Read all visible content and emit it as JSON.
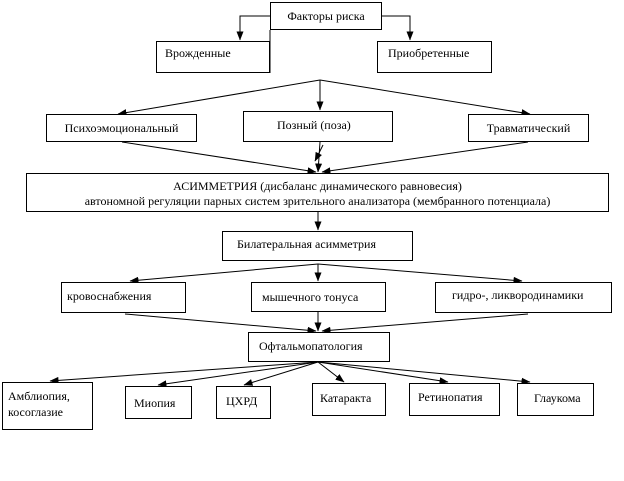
{
  "diagram": {
    "risk_factors": "Факторы риска",
    "congenital": "Врожденные",
    "acquired": "Приобретенные",
    "psychoemotional": "Психоэмоциональный",
    "postural": "Позный (поза)",
    "traumatic": "Травматический",
    "asymmetry_line1": "АСИММЕТРИЯ (дисбаланс динамического равновесия)",
    "asymmetry_line2": "автономной регуляции парных  систем зрительного анализатора (мембранного потенциала)",
    "bilateral": "Билатеральная асимметрия",
    "blood_supply": "кровоснабжения",
    "muscle_tone": "мышечного тонуса",
    "hydro": "гидро-, ликвородинамики",
    "ophthalmopathology": "Офтальмопатология",
    "amblyopia_line1": "Амблиопия,",
    "amblyopia_line2": "косоглазие",
    "myopia": "Миопия",
    "cscr": "ЦХРД",
    "cataract": "Катаракта",
    "retinopathy": "Ретинопатия",
    "glaucoma": "Глаукома"
  }
}
